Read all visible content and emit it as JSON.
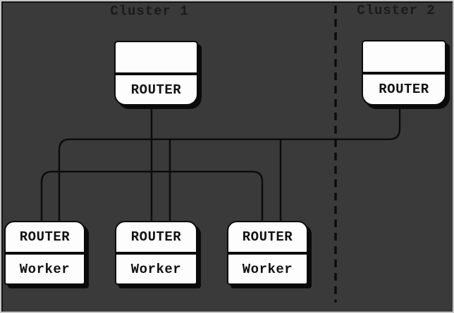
{
  "clusters": [
    {
      "label": "Cluster 1"
    },
    {
      "label": "Cluster 2"
    }
  ],
  "nodes": {
    "cluster1_router": {
      "label": "ROUTER"
    },
    "cluster2_router": {
      "label": "ROUTER"
    },
    "workers": [
      {
        "top_label": "ROUTER",
        "bottom_label": "Worker"
      },
      {
        "top_label": "ROUTER",
        "bottom_label": "Worker"
      },
      {
        "top_label": "ROUTER",
        "bottom_label": "Worker"
      }
    ]
  },
  "edges": [
    {
      "from": "cluster1-router",
      "to": "worker-1"
    },
    {
      "from": "cluster1-router",
      "to": "worker-2"
    },
    {
      "from": "cluster1-router",
      "to": "worker-3"
    },
    {
      "from": "cluster2-router",
      "to": "worker-1"
    },
    {
      "from": "cluster2-router",
      "to": "worker-2"
    },
    {
      "from": "cluster2-router",
      "to": "worker-3"
    }
  ],
  "divider": {
    "style": "dashed",
    "separates": [
      "Cluster 1",
      "Cluster 2"
    ]
  },
  "colors": {
    "background": "#3a3a3a",
    "node_fill": "#fdfdfd",
    "line": "#0c0c0c",
    "label_text": "#1a1a1a",
    "node_text": "#111111"
  }
}
